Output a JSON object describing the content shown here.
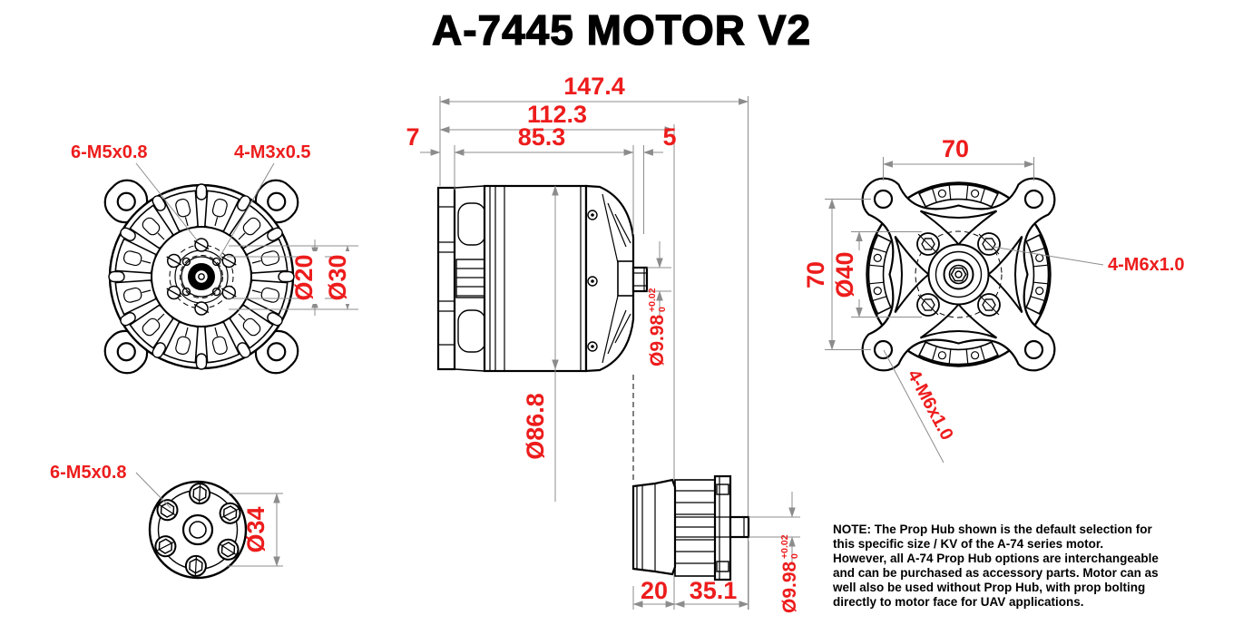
{
  "title": "A-7445 MOTOR V2",
  "colors": {
    "dimension_red": "#ED1C1C",
    "line_black": "#000000",
    "dim_line_gray": "#8C8C8C"
  },
  "front_view": {
    "m5_label": "6-M5x0.8",
    "m3_label": "4-M3x0.5",
    "dia20": "Ø20",
    "dia30": "Ø30"
  },
  "side_view": {
    "len_overall": "147.4",
    "len_no_hub": "112.3",
    "len_body": "85.3",
    "len_front": "7",
    "len_rear": "5",
    "dia_body": "Ø86.8",
    "shaft_dia": "Ø9.98",
    "shaft_tol_plus": "+0.02",
    "shaft_tol_minus": "0"
  },
  "rear_view": {
    "mount_width": "70",
    "mount_height": "70",
    "bolt_circle": "Ø40",
    "m6_label": "4-M6x1.0",
    "m6_label_diag": "4-M6x1.0"
  },
  "hub_face_view": {
    "m5_label": "6-M5x0.8",
    "dia": "Ø34"
  },
  "hub_side_view": {
    "len_cone": "20",
    "len_body": "35.1",
    "shaft_dia": "Ø9.98",
    "tol_plus": "+0.02",
    "tol_minus": "0"
  },
  "note": {
    "lines": [
      "NOTE: The Prop Hub shown is the default selection for",
      "this specific size / KV of the A-74 series motor.",
      "However, all A-74 Prop Hub options are interchangeable",
      "and can be purchased as accessory parts. Motor can as",
      "well also be used without Prop Hub, with prop bolting",
      "directly to motor face for UAV applications."
    ]
  }
}
